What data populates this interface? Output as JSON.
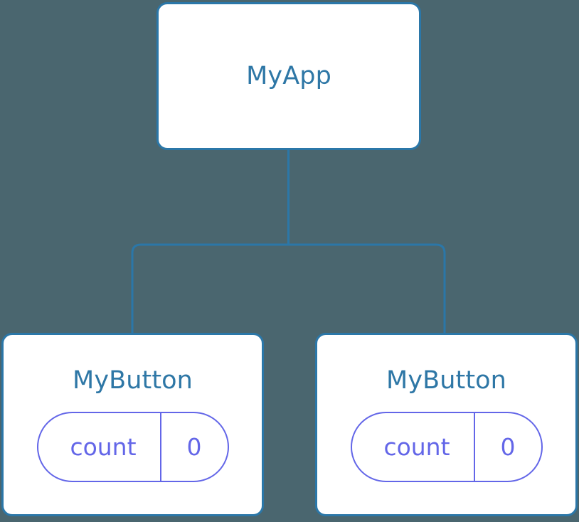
{
  "diagram": {
    "type": "component-tree",
    "background_color": "#4a666f",
    "node_border_color": "#2b77a8",
    "node_fill_color": "#ffffff",
    "node_title_color": "#2e77a6",
    "pill_color": "#6366e8",
    "connector_color": "#2b77a8"
  },
  "root": {
    "title": "MyApp"
  },
  "children": [
    {
      "title": "MyButton",
      "state": {
        "key": "count",
        "value": "0"
      }
    },
    {
      "title": "MyButton",
      "state": {
        "key": "count",
        "value": "0"
      }
    }
  ]
}
